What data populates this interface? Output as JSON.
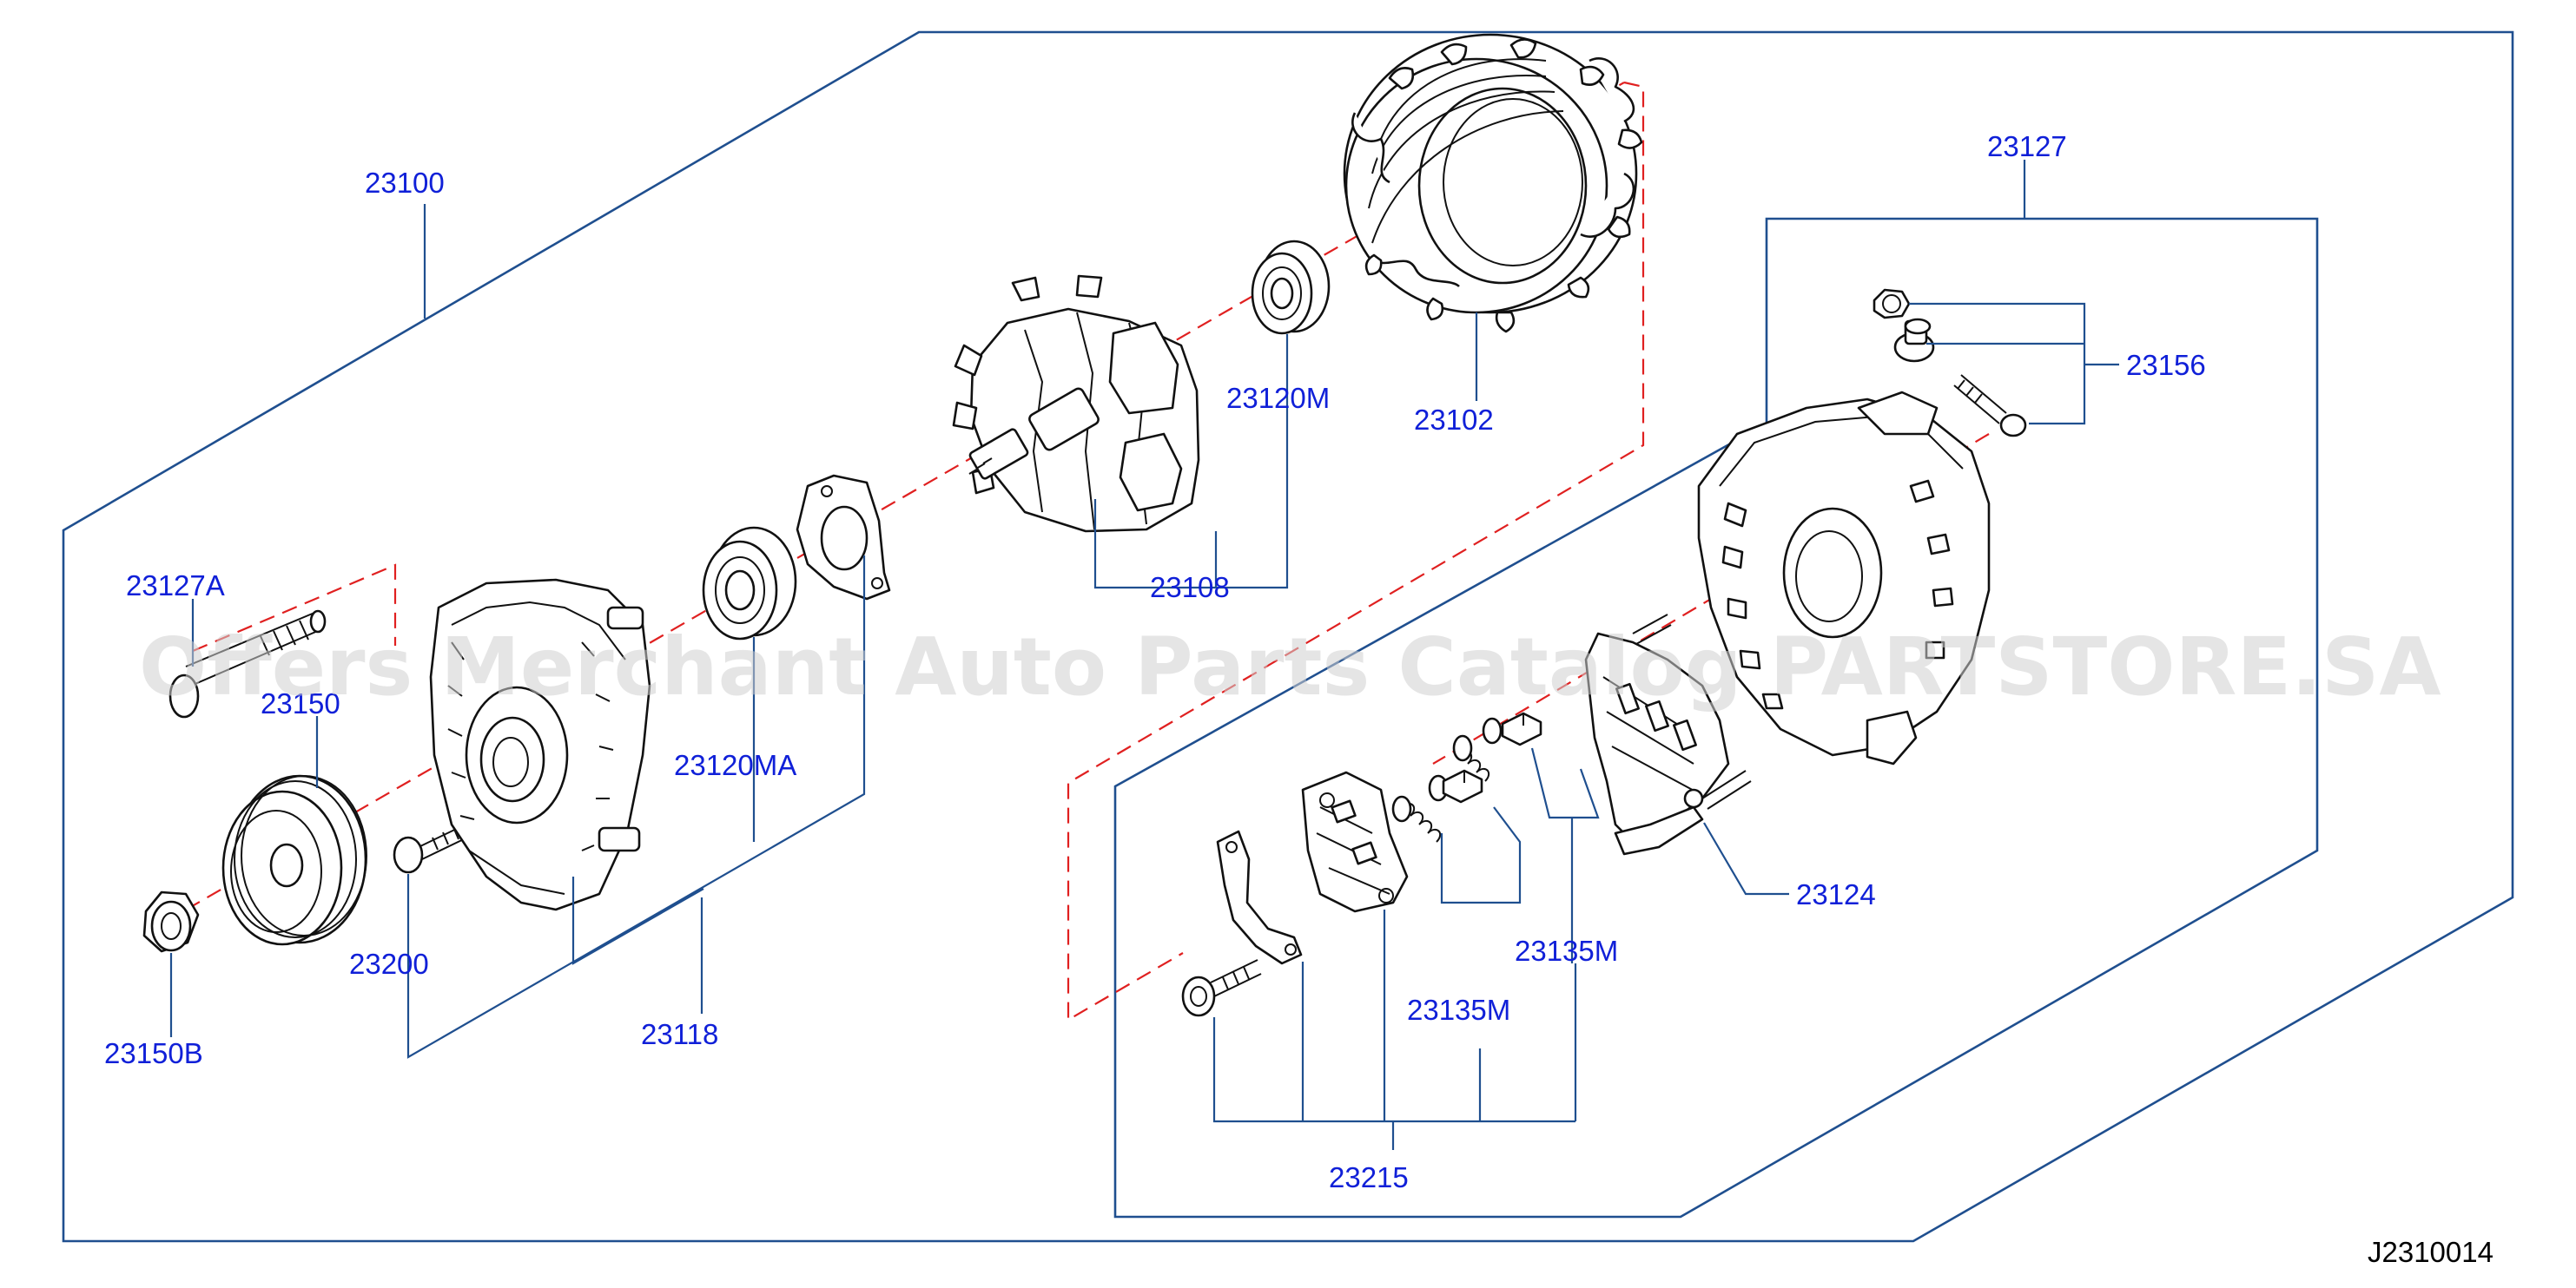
{
  "watermark": "Offers Merchant Auto Parts Catalog PARTSTORE.SA",
  "diagram_code": "J2310014",
  "colors": {
    "frame": "#1f4f8f",
    "axis": "#e02020",
    "label": "#1020d8",
    "part": "#111111"
  },
  "labels": {
    "p23100": "23100",
    "p23127": "23127",
    "p23127A": "23127A",
    "p23150": "23150",
    "p23150B": "23150B",
    "p23200": "23200",
    "p23118": "23118",
    "p23120MA": "23120MA",
    "p23108": "23108",
    "p23120M": "23120M",
    "p23102": "23102",
    "p23156": "23156",
    "p23124": "23124",
    "p23135M_a": "23135M",
    "p23135M_b": "23135M",
    "p23215": "23215"
  }
}
